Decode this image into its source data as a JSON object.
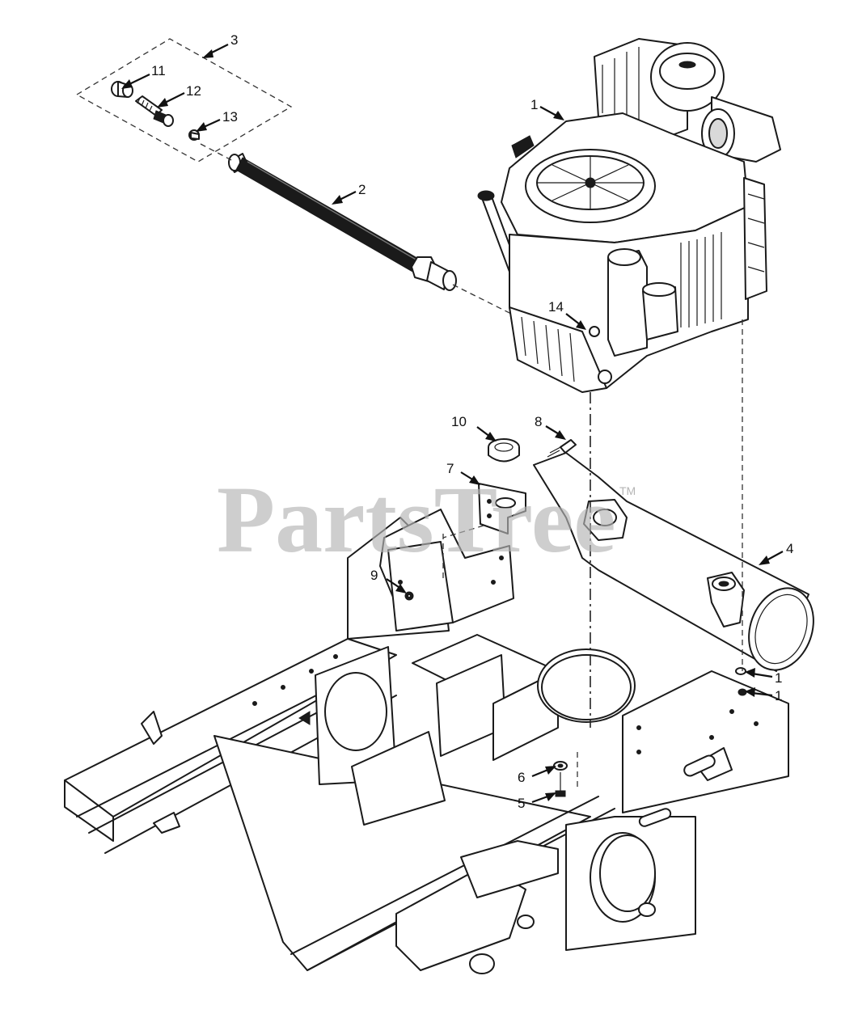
{
  "watermark": {
    "text": "PartsTree",
    "tm": "TM"
  },
  "callouts": [
    {
      "id": "c3",
      "label": "3"
    },
    {
      "id": "c11",
      "label": "11"
    },
    {
      "id": "c12",
      "label": "12"
    },
    {
      "id": "c13",
      "label": "13"
    },
    {
      "id": "c1a",
      "label": "1"
    },
    {
      "id": "c2",
      "label": "2"
    },
    {
      "id": "c14",
      "label": "14"
    },
    {
      "id": "c10",
      "label": "10"
    },
    {
      "id": "c8",
      "label": "8"
    },
    {
      "id": "c7",
      "label": "7"
    },
    {
      "id": "c4",
      "label": "4"
    },
    {
      "id": "c9",
      "label": "9"
    },
    {
      "id": "c1b",
      "label": "1"
    },
    {
      "id": "c1c",
      "label": "1"
    },
    {
      "id": "c6",
      "label": "6"
    },
    {
      "id": "c5",
      "label": "5"
    }
  ]
}
